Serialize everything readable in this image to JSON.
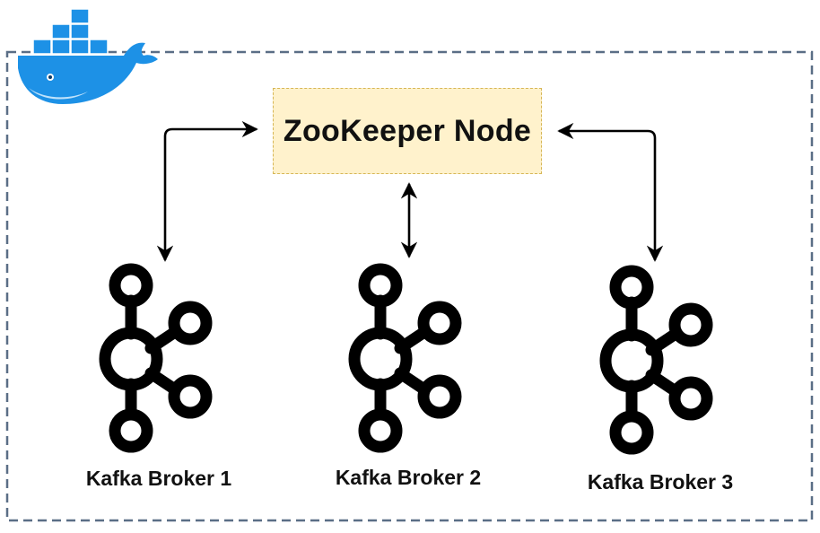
{
  "zookeeper": {
    "label": "ZooKeeper Node"
  },
  "brokers": [
    {
      "label": "Kafka Broker 1"
    },
    {
      "label": "Kafka Broker 2"
    },
    {
      "label": "Kafka Broker 3"
    }
  ],
  "icons": {
    "container_runtime": "docker-whale-icon",
    "broker": "kafka-icon"
  },
  "colors": {
    "zookeeper_fill": "#fff2cc",
    "zookeeper_border": "#d6b656",
    "container_border": "#5a6e86",
    "docker_blue": "#1d91e6",
    "arrows": "#000000"
  }
}
